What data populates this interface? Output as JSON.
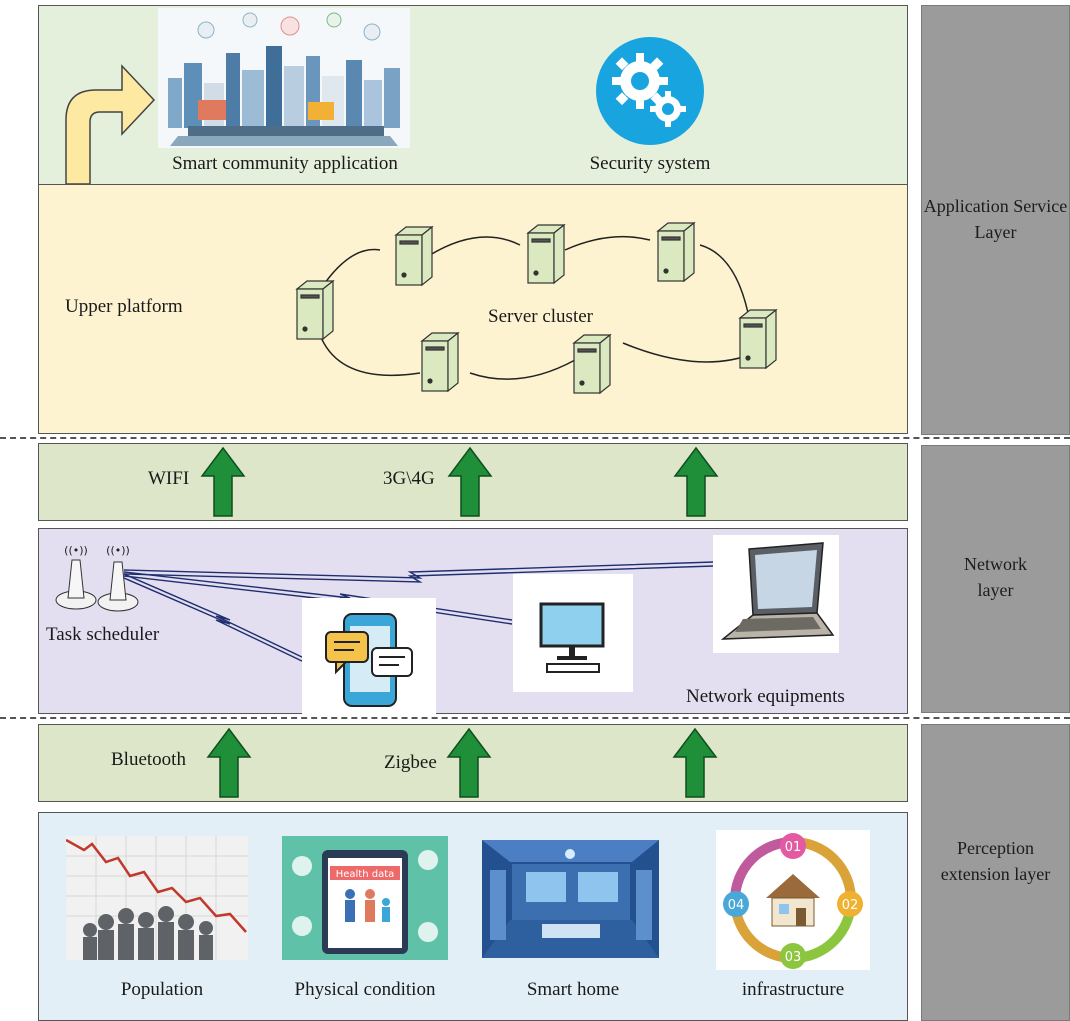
{
  "layers": {
    "application": "Application Service Layer",
    "network": "Network layer",
    "perception": "Perception extension layer"
  },
  "application_panel": {
    "smart_community": "Smart community application",
    "security": "Security system",
    "smart_community_icon": "city-illustration",
    "security_icon": "gears-icon"
  },
  "platform": {
    "label": "Upper platform",
    "cluster": "Server cluster"
  },
  "network_band": {
    "wifi": "WIFI",
    "cellular": "3G\\4G"
  },
  "network_panel": {
    "task_scheduler": "Task scheduler",
    "equipments": "Network equipments"
  },
  "perception_band": {
    "bluetooth": "Bluetooth",
    "zigbee": "Zigbee"
  },
  "perception_panel": {
    "population": "Population",
    "physical": "Physical condition",
    "health_data": "Health data",
    "smart_home": "Smart home",
    "infrastructure": "infrastructure",
    "cycle_labels": [
      "01",
      "02",
      "03",
      "04"
    ]
  },
  "colors": {
    "app_bg": "#e4efdc",
    "platform_bg": "#fdf3d1",
    "band_bg": "#dde6c8",
    "network_bg": "#e3def0",
    "perception_bg": "#e3eff7",
    "side_bg": "#9b9b9b",
    "arrow_green": "#1f8f3a",
    "arrow_yellow": "#fde9a2"
  }
}
